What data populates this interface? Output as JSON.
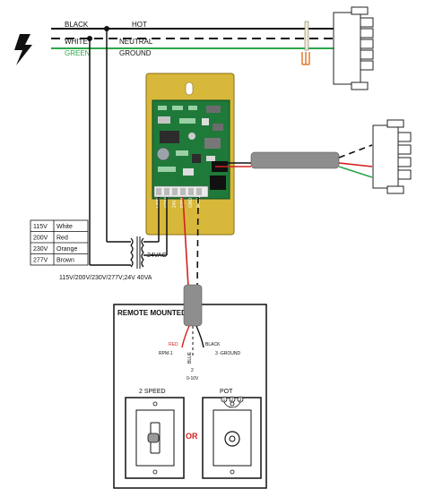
{
  "power_lines": {
    "black": "BLACK",
    "hot": "HOT",
    "white": "WHITE",
    "neutral": "NEUTRAL",
    "green": "GREEN",
    "ground": "GROUND"
  },
  "voltage_table": [
    {
      "voltage": "115V",
      "color": "White"
    },
    {
      "voltage": "200V",
      "color": "Red"
    },
    {
      "voltage": "230V",
      "color": "Orange"
    },
    {
      "voltage": "277V",
      "color": "Brown"
    }
  ],
  "transformer": {
    "secondary_label": "24VAC",
    "rating_label": "115V/200V/230V/277V;24V  40VA"
  },
  "remote_box": {
    "title": "REMOTE MOUNTED",
    "wire_red": "RED",
    "wire_black": "BLACK",
    "rpm_label": "RPM-1",
    "ground_label": "3 -GROUND",
    "blue_label": "BLUE",
    "num_2": "2",
    "range_label": "0-10V",
    "two_speed_label": "2 SPEED",
    "pot_label": "POT",
    "or_label": "OR",
    "pot_terminals": [
      "1",
      "2",
      "3"
    ]
  },
  "board": {
    "terminal_labels": [
      "LINE",
      "COM",
      "24V",
      "RPM",
      "GND",
      "0-10V"
    ]
  },
  "colors": {
    "board_green": "#1f7a3a",
    "board_gold": "#c9a227",
    "wire_red": "#d2201d",
    "wire_green": "#2aa84a",
    "wire_black": "#111111",
    "cable_grey": "#8e8e8e",
    "heater_orange": "#e07b2e"
  },
  "icons": [
    "lightning-bolt-icon",
    "toggle-switch-icon",
    "potentiometer-knob-icon"
  ]
}
